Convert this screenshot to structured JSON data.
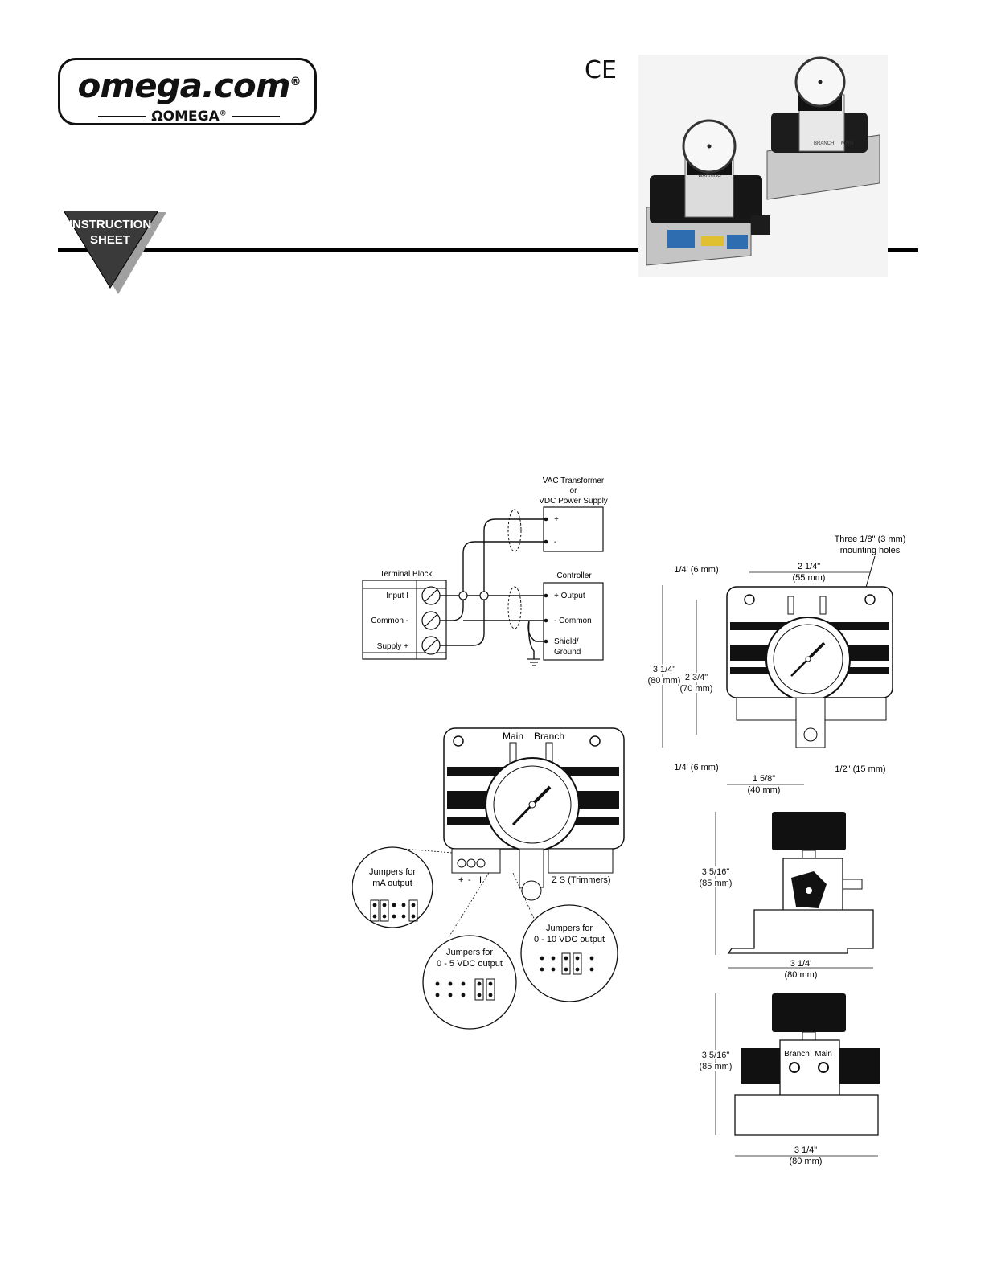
{
  "logo": {
    "main": "omega.com",
    "reg": "®",
    "sub": "OMEGA",
    "sub_reg": "®",
    "sub_symbol": "Ω"
  },
  "ce_mark": "CE",
  "instruction_badge": {
    "line1": "INSTRUCTION",
    "line2": "SHEET"
  },
  "photo": {
    "gauge_label": "WARNING",
    "branch": "BRANCH",
    "main": "MAIN"
  },
  "wiring": {
    "supply_title": [
      "VAC Transformer",
      "or",
      "VDC Power Supply"
    ],
    "supply_plus": "+",
    "supply_minus": "-",
    "terminal_block_label": "Terminal Block",
    "terminal_rows": [
      "Input I",
      "Common -",
      "Supply +"
    ],
    "controller_title": "Controller",
    "controller_rows": [
      "+ Output",
      "- Common",
      "Shield/",
      "Ground"
    ]
  },
  "jumper_diagram": {
    "port_main": "Main",
    "port_branch": "Branch",
    "terminal_signs": [
      "+",
      "-",
      "I"
    ],
    "trimmers": "Z  S  (Trimmers)",
    "ma": [
      "Jumpers for",
      "mA output"
    ],
    "v5": [
      "Jumpers for",
      "0 - 5 VDC output"
    ],
    "v10": [
      "Jumpers for",
      "0 - 10 VDC output"
    ]
  },
  "dimensions": {
    "mounting_holes": [
      "Three 1/8\" (3 mm)",
      "mounting holes"
    ],
    "top_quarter": "1/4' (6 mm)",
    "width_2_1_4": [
      "2 1/4\"",
      "(55 mm)"
    ],
    "height_3_1_4": [
      "3 1/4\"",
      "(80 mm)"
    ],
    "height_2_3_4": [
      "2 3/4\"",
      "(70 mm)"
    ],
    "bottom_quarter": "1/4' (6 mm)",
    "half_inch": "1/2\" (15 mm)",
    "width_1_5_8": [
      "1 5/8\"",
      "(40 mm)"
    ],
    "side_height": [
      "3 5/16\"",
      "(85 mm)"
    ],
    "side_width": [
      "3 1/4'",
      "(80 mm)"
    ],
    "front_height": [
      "3 5/16\"",
      "(85 mm)"
    ],
    "front_width": [
      "3 1/4\"",
      "(80 mm)"
    ],
    "front_branch": "Branch",
    "front_main": "Main"
  }
}
